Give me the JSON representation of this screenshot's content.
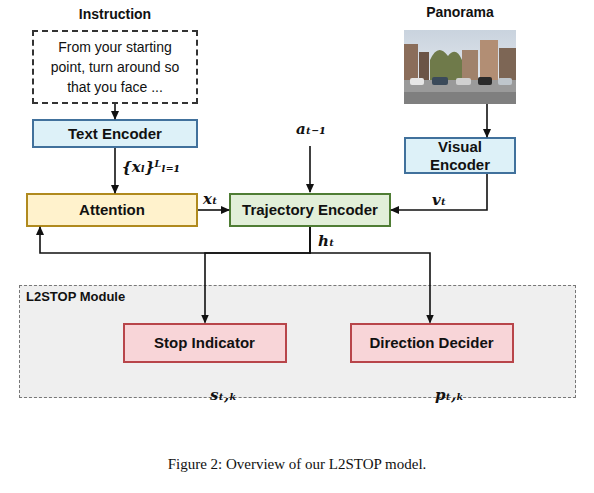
{
  "diagram": {
    "caption": "Figure 2: Overview of our L2STOP model.",
    "nodes": [
      {
        "text": [
          "Instruction",
          "From your starting point, turn around so that you face ..."
        ]
      },
      {
        "text": [
          "Panorama"
        ]
      },
      {
        "text": [
          "Text Encoder"
        ]
      },
      {
        "text": [
          "Visual Encoder"
        ]
      },
      {
        "text": [
          "Attention"
        ]
      },
      {
        "text": [
          "Trajectory Encoder"
        ]
      },
      {
        "text": [
          "L2STOP Module"
        ]
      },
      {
        "text": [
          "Stop Indicator"
        ],
        "in": 6
      },
      {
        "text": [
          "Direction Decider"
        ],
        "in": 6
      }
    ],
    "edges": [
      {
        "from": 0,
        "to": 2,
        "arrow": "to"
      },
      {
        "from": 2,
        "to": 4,
        "label": "{xₗ}ᴸₗ₌₁",
        "arrow": "to"
      },
      {
        "from": 4,
        "to": 5,
        "label": "xₜ",
        "arrow": "to"
      },
      {
        "from": 1,
        "to": 3,
        "arrow": "to"
      },
      {
        "from": 3,
        "to": 5,
        "label": "vₜ",
        "arrow": "to"
      },
      {
        "from": 5,
        "to": 4,
        "label": "hₜ",
        "arrow": "to"
      },
      {
        "from": 5,
        "to": 7,
        "arrow": "to"
      },
      {
        "from": 5,
        "to": 8,
        "arrow": "to"
      }
    ],
    "labels": [
      "aₜ₋₁",
      "sₜ,ₖ",
      "pₜ,ₖ"
    ]
  }
}
